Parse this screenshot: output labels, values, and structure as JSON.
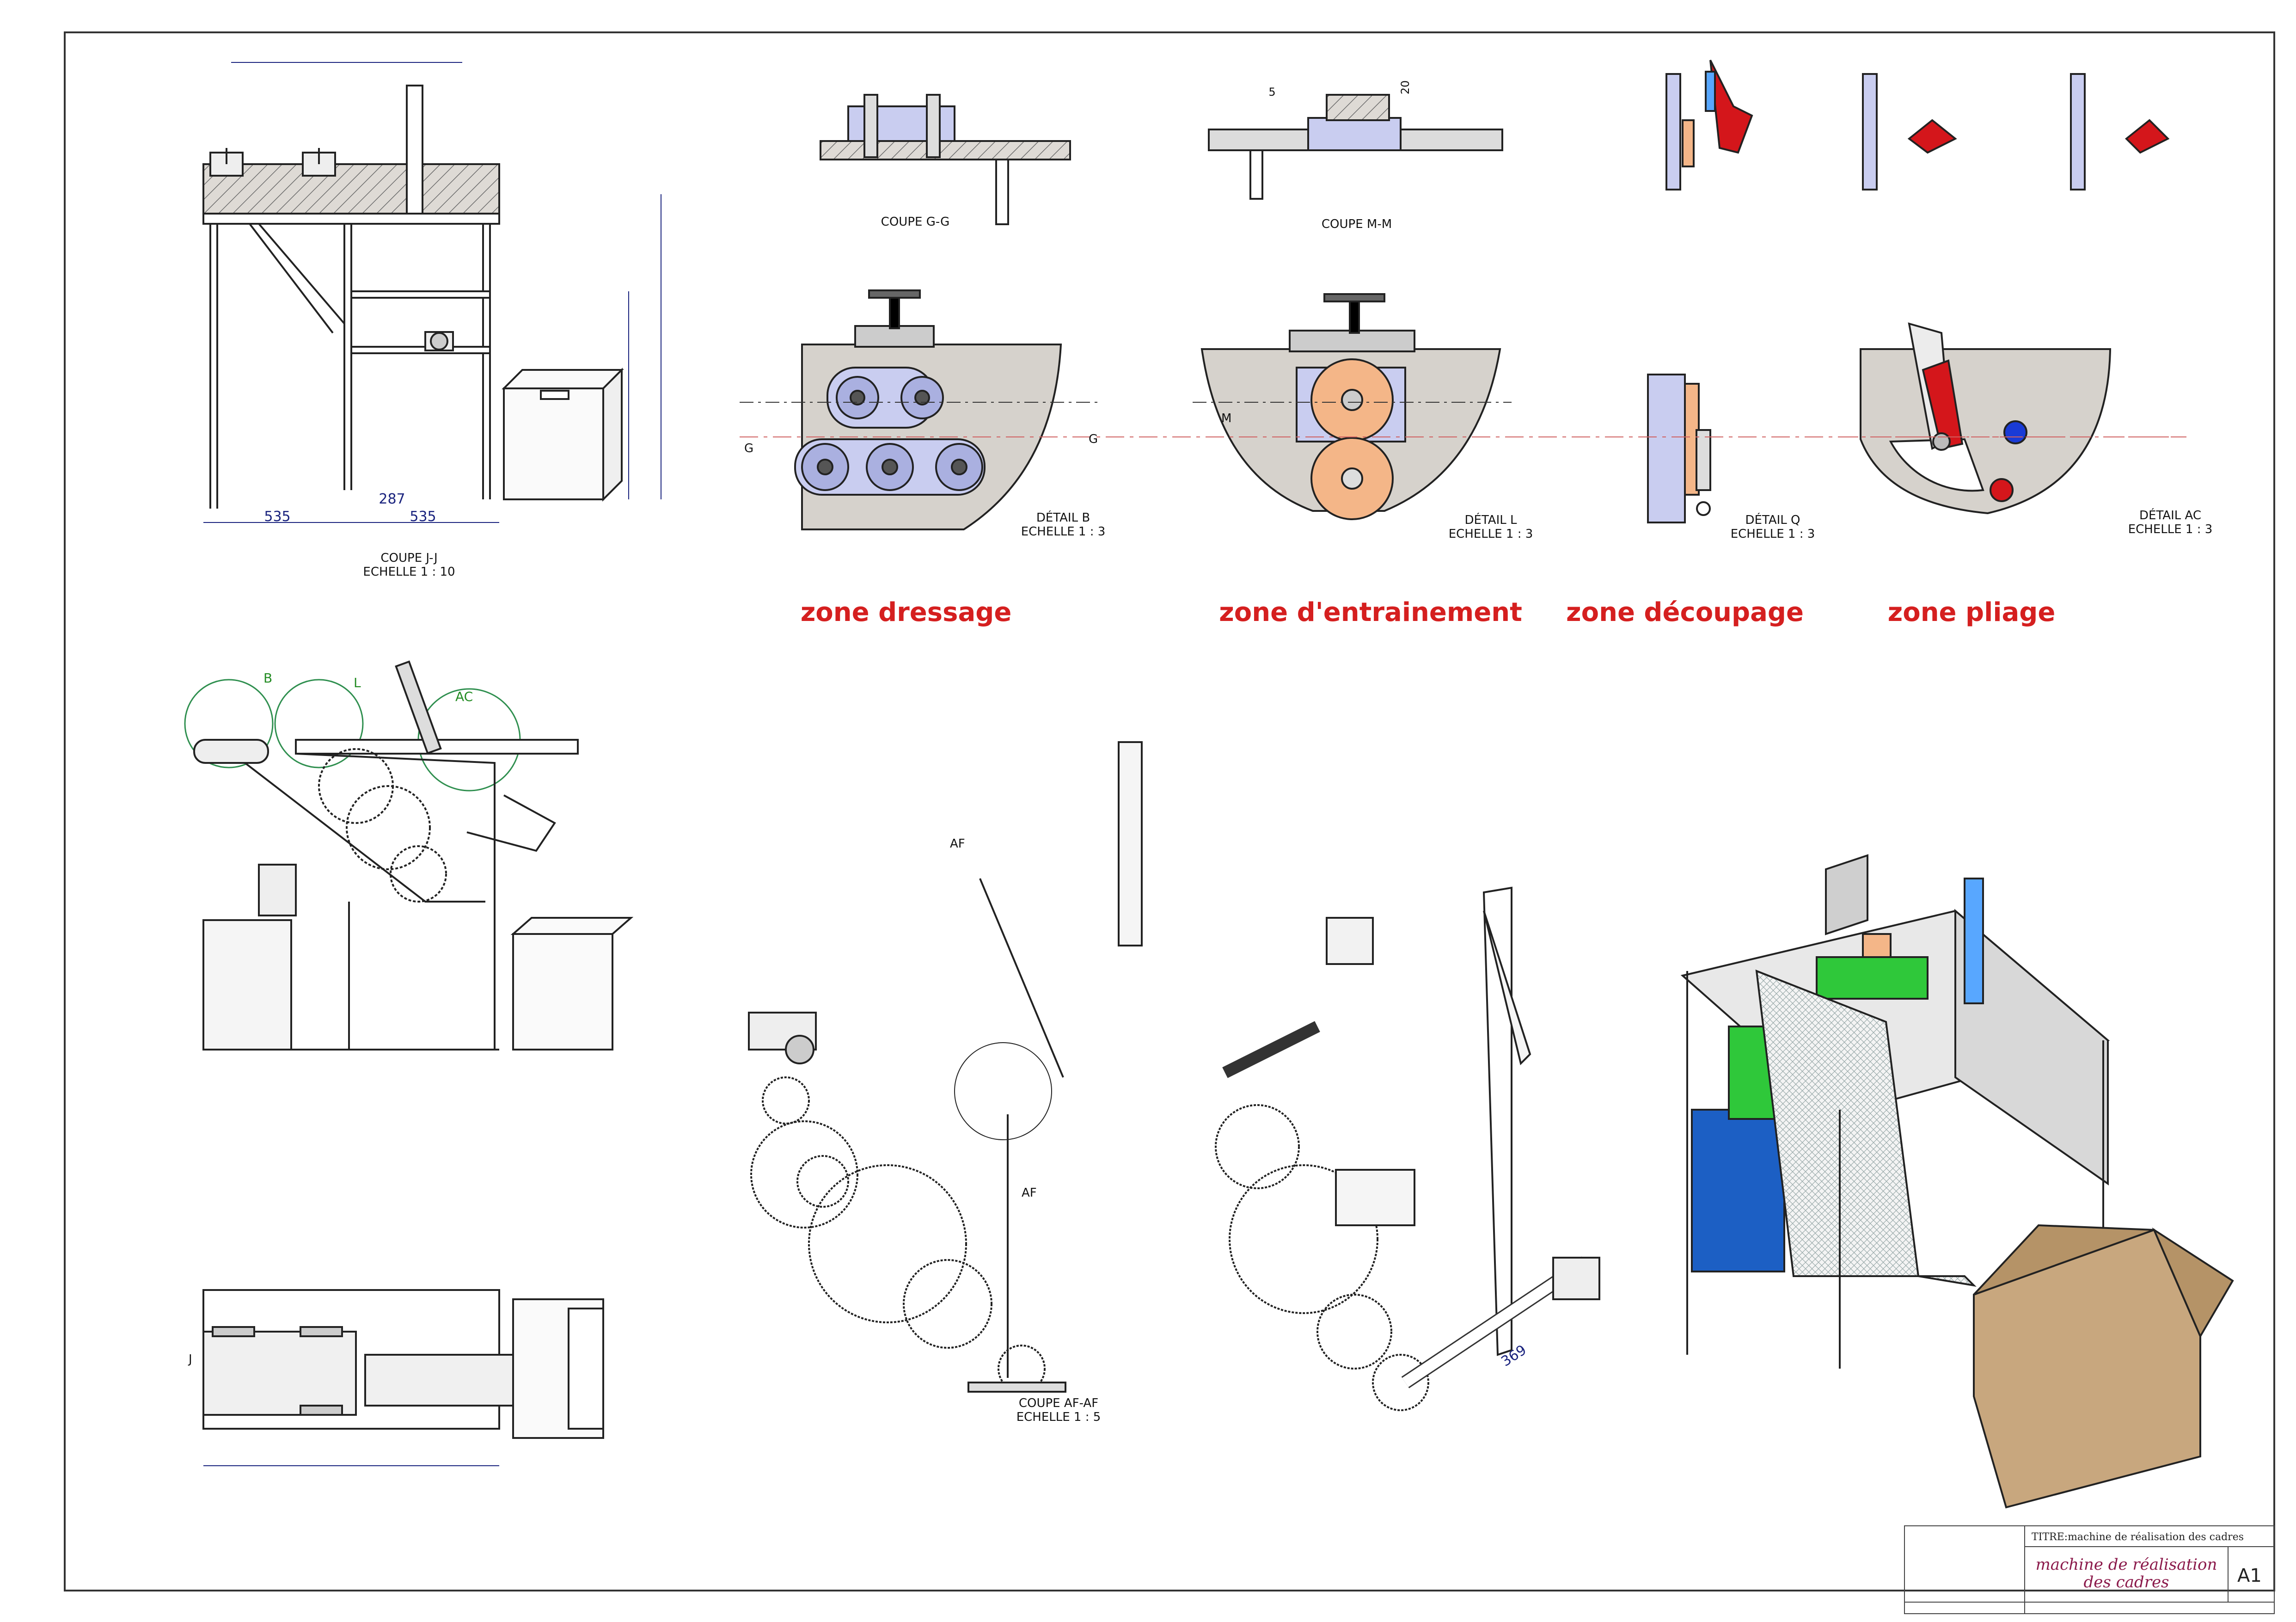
{
  "views": {
    "coupe_gg": "COUPE G-G",
    "coupe_mm": "COUPE M-M",
    "coupe_jj": "COUPE J-J\nECHELLE 1 : 10",
    "detail_b": "DÉTAIL B\nECHELLE 1 : 3",
    "detail_l": "DÉTAIL L\nECHELLE 1 : 3",
    "detail_q": "DÉTAIL Q\nECHELLE 1 : 3",
    "detail_ac": "DÉTAIL AC\nECHELLE 1 : 3",
    "coupe_afaf": "COUPE AF-AF\nECHELLE 1 : 5"
  },
  "zones": {
    "dressage": "zone dressage",
    "entrainement": "zone d'entrainement",
    "decoupage": "zone découpage",
    "pliage": "zone pliage"
  },
  "dimensions": {
    "d535_left": "535",
    "d287": "287",
    "d535_right": "535",
    "d369": "369",
    "d5": "5",
    "d20": "20"
  },
  "section_letters": {
    "g_left": "G",
    "g_right": "G",
    "m": "M",
    "j": "J",
    "af_top": "AF",
    "af_mid": "AF"
  },
  "detail_circle_labels": {
    "b": "B",
    "l": "L",
    "ac": "AC"
  },
  "title_block": {
    "titre": "TITRE:machine de réalisation des cadres",
    "name_line1": "machine de réalisation",
    "name_line2": "des cadres",
    "format": "A1"
  },
  "colors": {
    "zone_text": "#d51f1f",
    "dimension": "#1a237e",
    "part_blue": "#c9cdf0",
    "part_orange": "#f4b688",
    "hatch_gray": "#d8d4cf",
    "hydraulic_blue": "#1c5fc4",
    "motor_green": "#2fc83a",
    "carton": "#c8a77e",
    "red_part": "#d4161b"
  }
}
